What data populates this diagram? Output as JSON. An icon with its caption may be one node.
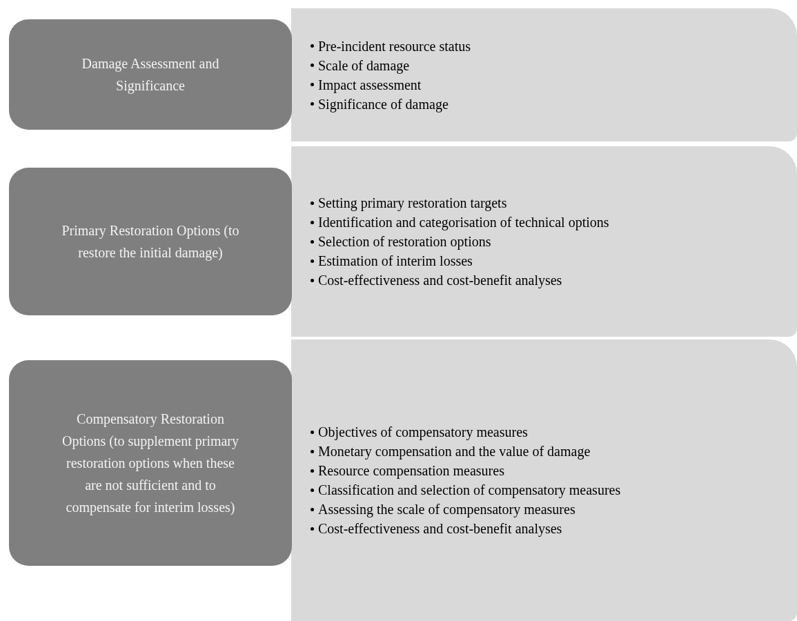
{
  "diagram": {
    "nodes": [
      {
        "text": [
          "Damage Assessment and Significance"
        ]
      },
      {
        "text": [
          "Pre-incident resource status",
          "Scale of damage",
          "Impact assessment",
          "Significance of damage"
        ]
      },
      {
        "text": [
          "Primary Restoration Options (to restore the initial damage)"
        ]
      },
      {
        "text": [
          "Setting primary restoration targets",
          "Identification and categorisation of technical options",
          "Selection of restoration options",
          "Estimation of interim losses",
          "Cost-effectiveness and cost-benefit analyses"
        ]
      },
      {
        "text": [
          "Compensatory Restoration Options (to supplement primary restoration options when these are not sufficient and to compensate for interim losses)"
        ]
      },
      {
        "text": [
          "Objectives of compensatory measures",
          "Monetary compensation and the value of damage",
          "Resource compensation measures",
          "Classification and selection of compensatory measures",
          "Assessing the scale of compensatory measures",
          "Cost-effectiveness and cost-benefit analyses"
        ]
      }
    ]
  }
}
